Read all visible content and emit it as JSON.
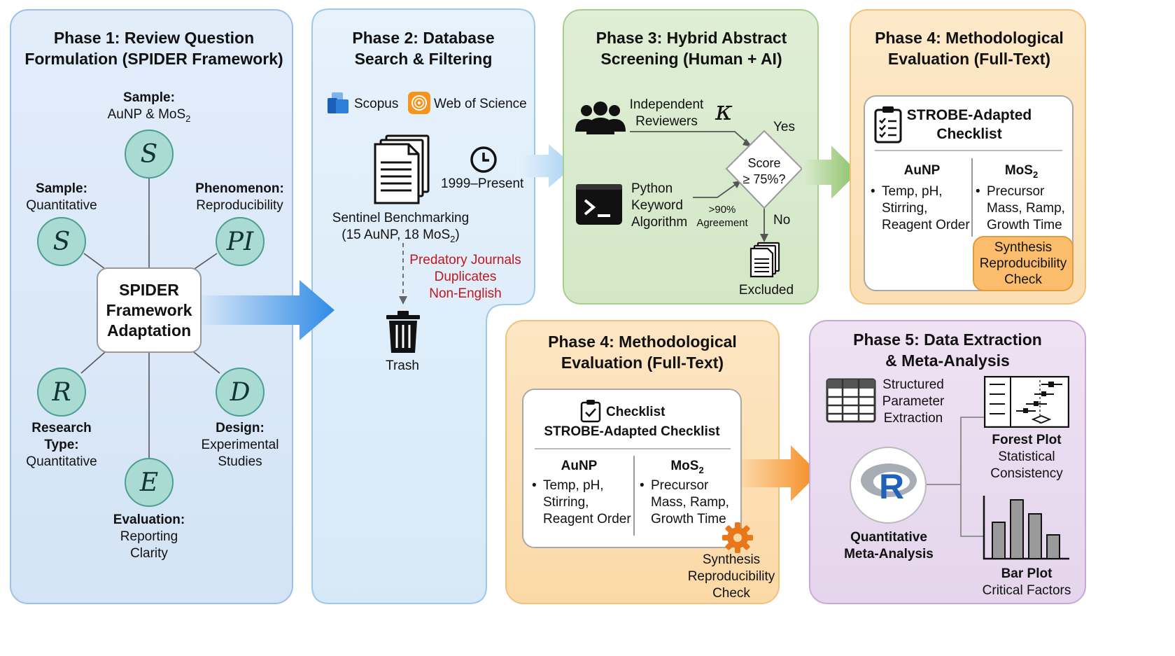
{
  "phase1": {
    "title_line1": "Phase 1: Review Question",
    "title_line2": "Formulation (SPIDER Framework)",
    "center_line1": "SPIDER",
    "center_line2": "Framework",
    "center_line3": "Adaptation",
    "nodes": {
      "s_top": {
        "letter": "S",
        "label_title": "Sample:",
        "label_text": "AuNP & MoS",
        "label_sub": "2"
      },
      "s_left": {
        "letter": "S",
        "label_title": "Sample:",
        "label_text": "Quantitative"
      },
      "pi": {
        "letter": "PI",
        "label_title": "Phenomenon:",
        "label_text": "Reproducibility"
      },
      "r": {
        "letter": "R",
        "label_title1": "Research",
        "label_title2": "Type:",
        "label_text": "Quantitative"
      },
      "d": {
        "letter": "D",
        "label_title": "Design:",
        "label_text1": "Experimental",
        "label_text2": "Studies"
      },
      "e": {
        "letter": "E",
        "label_title": "Evaluation:",
        "label_text1": "Reporting",
        "label_text2": "Clarity"
      }
    }
  },
  "phase2": {
    "title_line1": "Phase 2: Database",
    "title_line2": "Search & Filtering",
    "db1": "Scopus",
    "db2": "Web of Science",
    "date_range": "1999–Present",
    "sentinel_line1": "Sentinel Benchmarking",
    "sentinel_line2": "(15 AuNP, 18 MoS",
    "sentinel_sub": "2",
    "sentinel_close": ")",
    "filters": [
      "Predatory Journals",
      "Duplicates",
      "Non-English"
    ],
    "trash_label": "Trash"
  },
  "phase3": {
    "title_line1": "Phase 3: Hybrid Abstract",
    "title_line2": "Screening (Human + AI)",
    "reviewers_line1": "Independent",
    "reviewers_line2": "Reviewers",
    "kappa": "κ",
    "python_line1": "Python",
    "python_line2": "Keyword",
    "python_line3": "Algorithm",
    "agreement_line1": ">90%",
    "agreement_line2": "Agreement",
    "decision_line1": "Score",
    "decision_line2": "≥ 75%?",
    "yes": "Yes",
    "no": "No",
    "excluded": "Excluded"
  },
  "phase4a": {
    "title_line1": "Phase 4: Methodological",
    "title_line2": "Evaluation (Full-Text)",
    "checklist_line1": "STROBE-Adapted",
    "checklist_line2": "Checklist",
    "col1_head": "AuNP",
    "col1_items": [
      "Temp, pH,",
      "Stirring,",
      "Reagent Order"
    ],
    "col2_head": "MoS",
    "col2_sub": "2",
    "col2_items": [
      "Precursor",
      "Mass, Ramp,",
      "Growth Time"
    ],
    "chip_line1": "Synthesis",
    "chip_line2": "Reproducibility",
    "chip_line3": "Check"
  },
  "phase4b": {
    "title_line1": "Phase 4: Methodological",
    "title_line2": "Evaluation (Full-Text)",
    "checklist_head": "Checklist",
    "checklist_sub": "STROBE-Adapted Checklist",
    "col1_head": "AuNP",
    "col1_items": [
      "Temp, pH,",
      "Stirring,",
      "Reagent Order"
    ],
    "col2_head": "MoS",
    "col2_sub": "2",
    "col2_items": [
      "Precursor",
      "Mass, Ramp,",
      "Growth Time"
    ],
    "synth_line1": "Synthesis",
    "synth_line2": "Reproducibility",
    "synth_line3": "Check"
  },
  "phase5": {
    "title_line1": "Phase 5: Data Extraction",
    "title_line2": "& Meta-Analysis",
    "structured_line1": "Structured",
    "structured_line2": "Parameter",
    "structured_line3": "Extraction",
    "r_letter": "R",
    "meta_line1": "Quantitative",
    "meta_line2": "Meta-Analysis",
    "forest_title": "Forest Plot",
    "forest_line1": "Statistical",
    "forest_line2": "Consistency",
    "bar_title": "Bar Plot",
    "bar_line1": "Critical Factors"
  },
  "colors": {
    "phase1_bg": "#dde9f8",
    "phase2_bg": "#e3f0fb",
    "phase3_bg": "#dcecd1",
    "phase4_bg": "#fde6c4",
    "phase5_bg": "#ebdff1",
    "node_fill": "#a9dbd2",
    "filter_red": "#c0171d"
  }
}
